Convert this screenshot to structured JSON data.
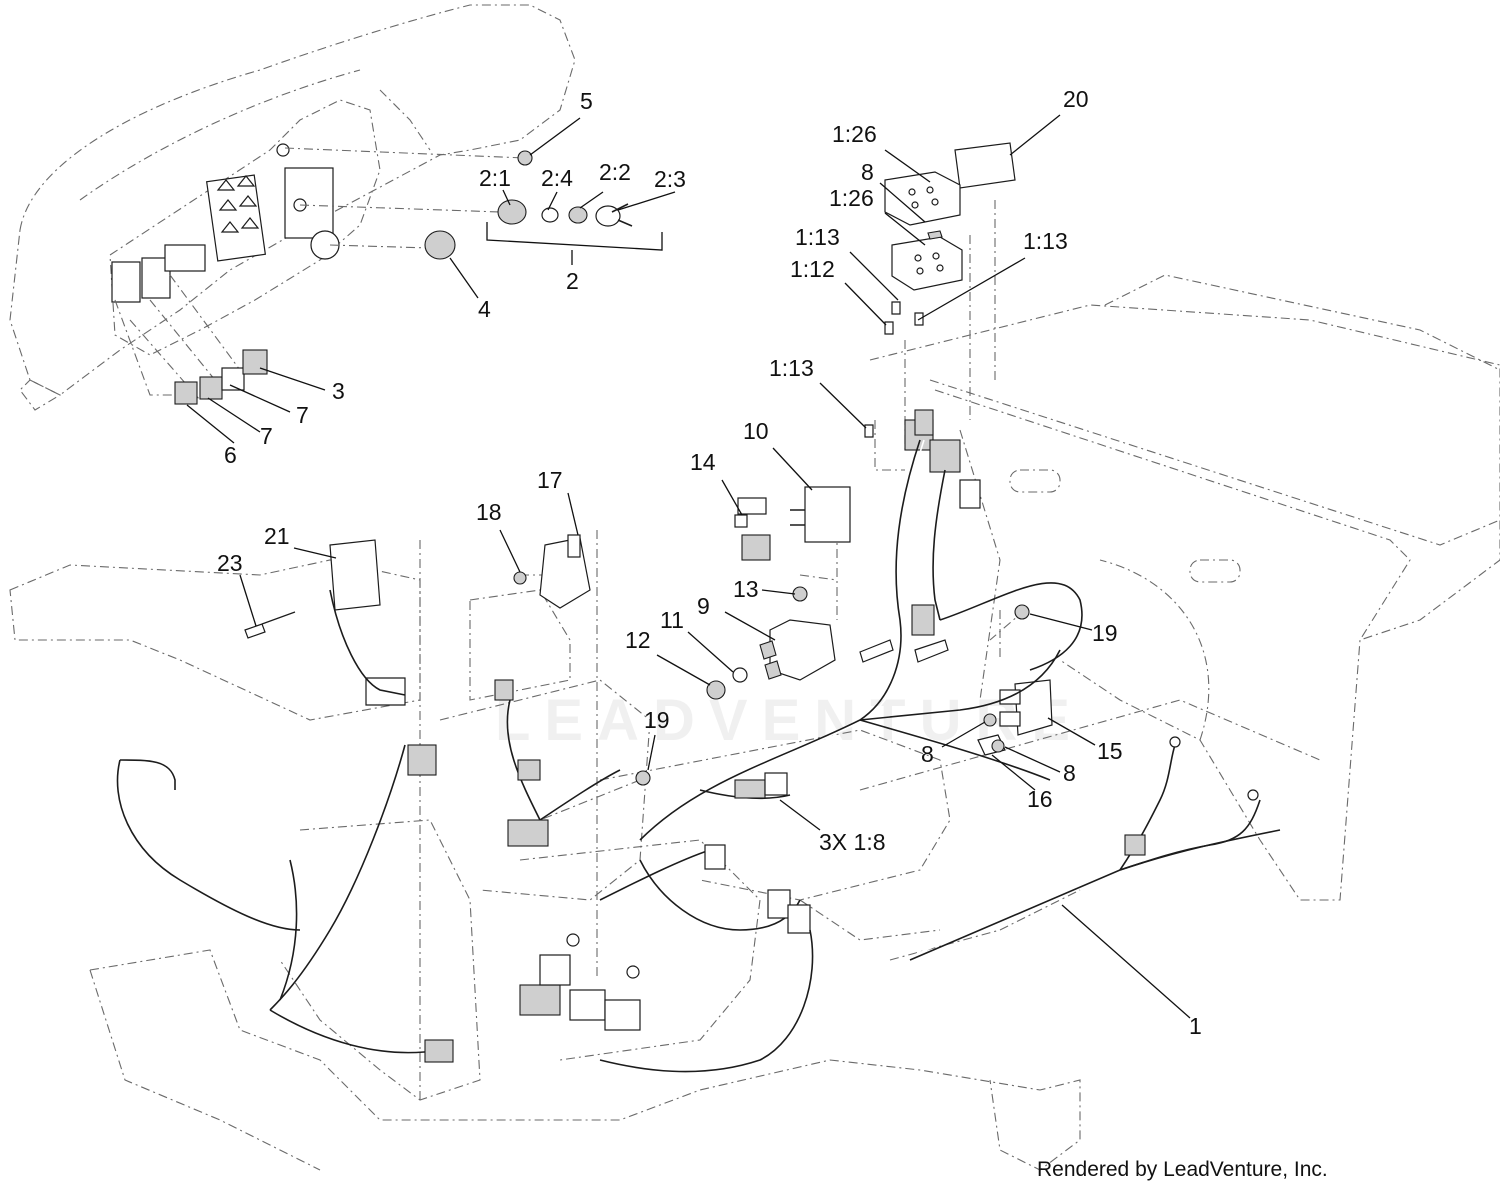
{
  "watermark": "LEADVENTURE",
  "footer": "Rendered by LeadVenture, Inc.",
  "callouts": {
    "c20": "20",
    "c5": "5",
    "c2_1": "2:1",
    "c2_4": "2:4",
    "c2_2": "2:2",
    "c2_3": "2:3",
    "c2": "2",
    "c4": "4",
    "c3": "3",
    "c7a": "7",
    "c7b": "7",
    "c6": "6",
    "c1_26a": "1:26",
    "c8a": "8",
    "c1_26b": "1:26",
    "c1_13a": "1:13",
    "c1_12": "1:12",
    "c1_13b": "1:13",
    "c1_13c": "1:13",
    "c10": "10",
    "c14": "14",
    "c17": "17",
    "c18": "18",
    "c21": "21",
    "c23": "23",
    "c13": "13",
    "c9": "9",
    "c11": "11",
    "c12": "12",
    "c19a": "19",
    "c19b": "19",
    "c8b": "8",
    "c15": "15",
    "c8c": "8",
    "c16": "16",
    "c3x1_8": "3X 1:8",
    "c1": "1"
  }
}
